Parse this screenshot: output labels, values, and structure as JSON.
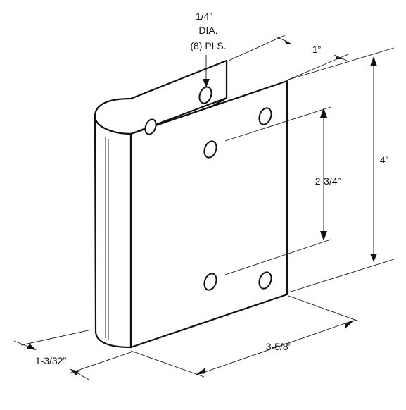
{
  "drawing": {
    "callout": {
      "line1": "1/4”",
      "line2": "DIA.",
      "line3": "(8) PLS."
    },
    "dimensions": {
      "flange_offset": "1”",
      "overall_height": "4”",
      "hole_spacing": "2-3/4”",
      "width": "3-5/8”",
      "depth": "1-3/32”"
    },
    "colors": {
      "line": "#111111",
      "background": "#ffffff"
    }
  }
}
